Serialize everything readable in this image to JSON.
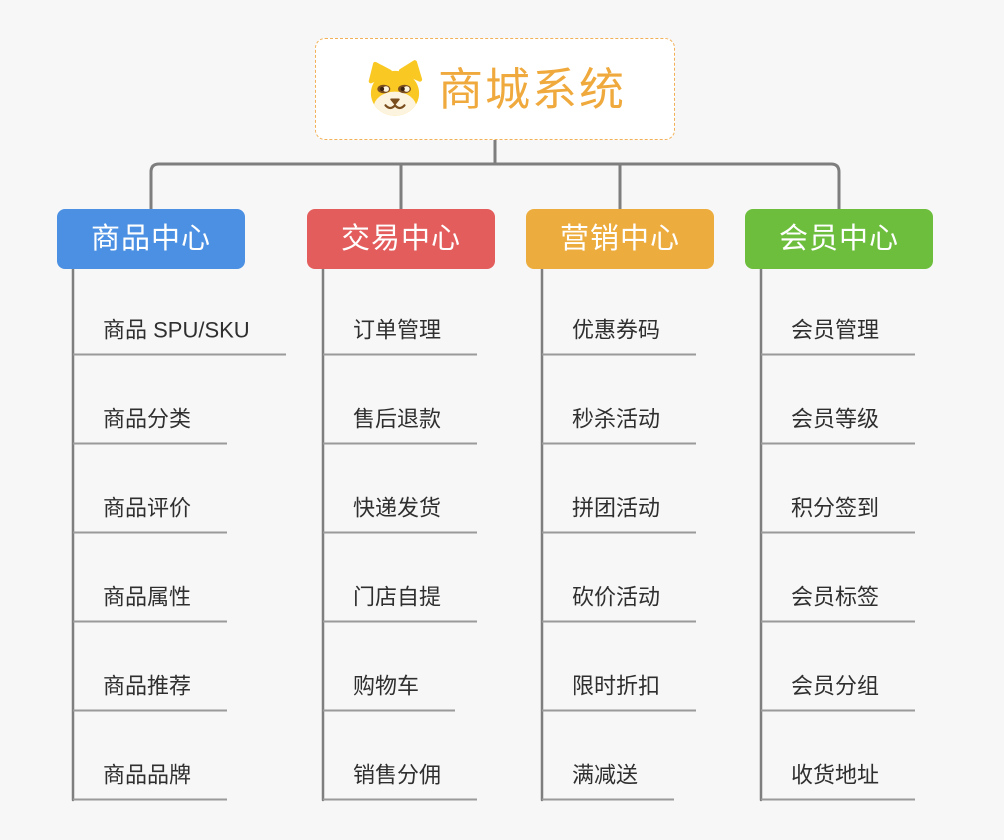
{
  "root": {
    "title": "商城系统",
    "icon": "shiba-dog-icon"
  },
  "branches": [
    {
      "label": "商品中心",
      "color": "#4B90E2",
      "children": [
        "商品 SPU/SKU",
        "商品分类",
        "商品评价",
        "商品属性",
        "商品推荐",
        "商品品牌"
      ]
    },
    {
      "label": "交易中心",
      "color": "#E35D5C",
      "children": [
        "订单管理",
        "售后退款",
        "快递发货",
        "门店自提",
        "购物车",
        "销售分佣"
      ]
    },
    {
      "label": "营销中心",
      "color": "#EDAD3E",
      "children": [
        "优惠券码",
        "秒杀活动",
        "拼团活动",
        "砍价活动",
        "限时折扣",
        "满减送"
      ]
    },
    {
      "label": "会员中心",
      "color": "#6DBE3D",
      "children": [
        "会员管理",
        "会员等级",
        "积分签到",
        "会员标签",
        "会员分组",
        "收货地址"
      ]
    }
  ],
  "colors": {
    "background": "#F7F7F7",
    "connector": "#7E7E7E",
    "underline": "#9A9A9A",
    "leaf_text": "#2F2F2F",
    "branch_text": "#FFFFFF",
    "root_text": "#EFA93C",
    "root_border": "#F2B158",
    "root_background": "#FFFFFF",
    "icon_head": "#F9C823",
    "icon_muzzle": "#FDF4DF",
    "icon_features": "#7A4E1E"
  }
}
